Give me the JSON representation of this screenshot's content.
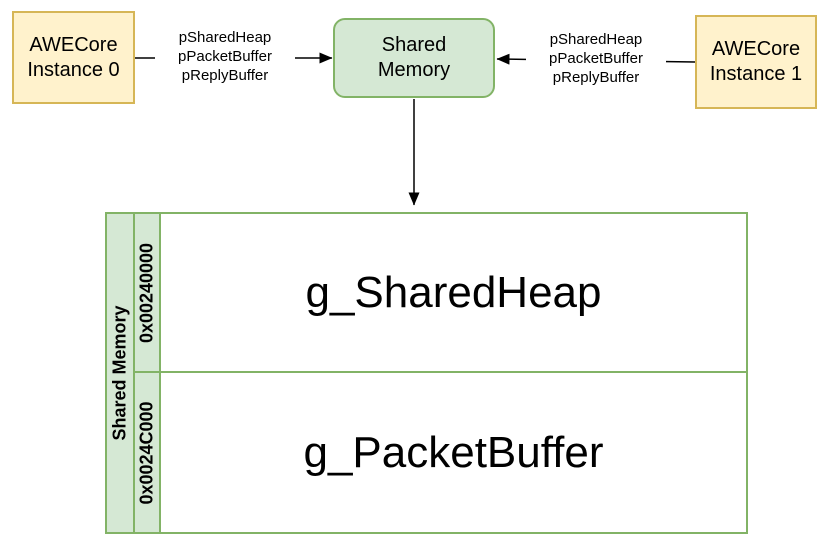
{
  "diagram": {
    "colors": {
      "instance_fill": "#FFF2CC",
      "instance_border": "#D6B656",
      "memory_fill": "#D5E8D4",
      "memory_border": "#82B366",
      "arrow": "#000000"
    },
    "nodes": {
      "awecore0": {
        "lines": [
          "AWECore",
          "Instance 0"
        ]
      },
      "awecore1": {
        "lines": [
          "AWECore",
          "Instance 1"
        ]
      },
      "shared_memory": {
        "lines": [
          "Shared",
          "Memory"
        ]
      }
    },
    "edges": {
      "left": {
        "label_lines": [
          "pSharedHeap",
          "pPacketBuffer",
          "pReplyBuffer"
        ]
      },
      "right": {
        "label_lines": [
          "pSharedHeap",
          "pPacketBuffer",
          "pReplyBuffer"
        ]
      }
    },
    "memory_table": {
      "side_label": "Shared Memory",
      "rows": [
        {
          "address": "0x00240000",
          "name": "g_SharedHeap"
        },
        {
          "address": "0x0024C000",
          "name": "g_PacketBuffer"
        }
      ]
    }
  }
}
